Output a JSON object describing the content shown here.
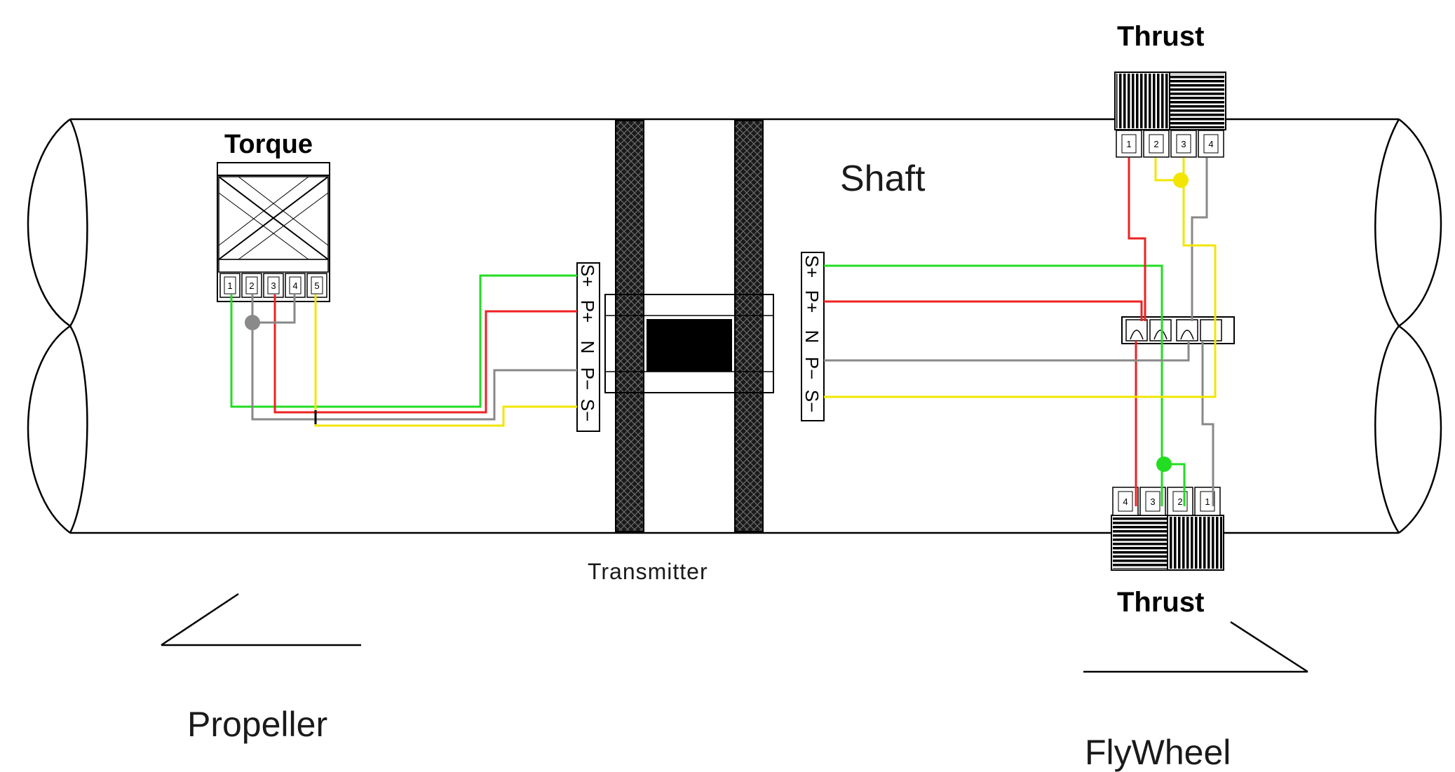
{
  "labels": {
    "torque": "Torque",
    "thrust_top": "Thrust",
    "thrust_bottom": "Thrust",
    "shaft": "Shaft",
    "transmitter": "Transmitter",
    "propeller": "Propeller",
    "flywheel": "FlyWheel"
  },
  "connector_pins": [
    "S+",
    "P+",
    "N",
    "P−",
    "S−"
  ],
  "torque_pins": [
    "1",
    "2",
    "3",
    "4",
    "5"
  ],
  "thrust_top_pins": [
    "1",
    "2",
    "3",
    "4"
  ],
  "thrust_bottom_pins": [
    "4",
    "3",
    "2",
    "1"
  ],
  "colors": {
    "outline": "#000000",
    "green": "#22dd22",
    "red": "#ee2222",
    "yellow": "#f2e600",
    "gray": "#888888",
    "node_gray": "#8a8a8a"
  }
}
